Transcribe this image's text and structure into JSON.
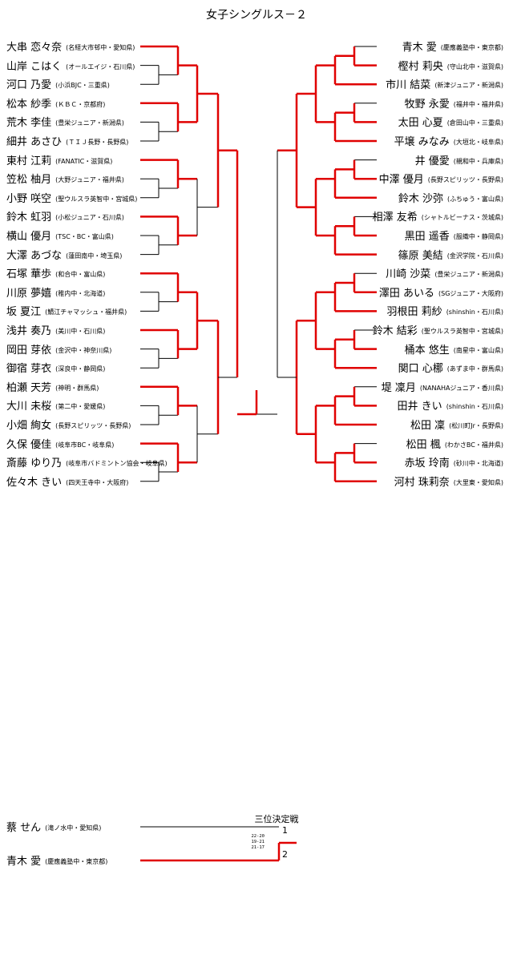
{
  "title": "女子シングルス－２",
  "left_players": [
    {
      "name": "大串 恋々奈",
      "team": "(名経大市邨中・愛知県)"
    },
    {
      "name": "山岸 こはく",
      "team": "(オールエイジ・石川県)"
    },
    {
      "name": "河口 乃愛",
      "team": "(小浜BJC・三重県)"
    },
    {
      "name": "松本 紗季",
      "team": "(ＫＢＣ・京都府)"
    },
    {
      "name": "荒木 李佳",
      "team": "(豊栄ジュニア・新潟県)"
    },
    {
      "name": "細井 あさひ",
      "team": "(ＴＩＪ長野・長野県)"
    },
    {
      "name": "東村 江莉",
      "team": "(FANATIC・滋賀県)"
    },
    {
      "name": "笠松 柚月",
      "team": "(大野ジュニア・福井県)"
    },
    {
      "name": "小野 咲空",
      "team": "(聖ウルスラ英智中・宮城県)"
    },
    {
      "name": "鈴木 虹羽",
      "team": "(小松ジュニア・石川県)"
    },
    {
      "name": "横山 優月",
      "team": "(TSC・BC・富山県)"
    },
    {
      "name": "大澤 あづな",
      "team": "(蓮田南中・埼玉県)"
    },
    {
      "name": "石塚 華歩",
      "team": "(和合中・富山県)"
    },
    {
      "name": "川原 夢嬉",
      "team": "(稚内中・北海道)"
    },
    {
      "name": "坂 夏江",
      "team": "(鯖江チャマッシュ・福井県)"
    },
    {
      "name": "浅井 奏乃",
      "team": "(美川中・石川県)"
    },
    {
      "name": "岡田 芽依",
      "team": "(金沢中・神奈川県)"
    },
    {
      "name": "御宿 芽衣",
      "team": "(深良中・静岡県)"
    },
    {
      "name": "柏瀬 天芳",
      "team": "(神明・群馬県)"
    },
    {
      "name": "大川 未桜",
      "team": "(第二中・愛媛県)"
    },
    {
      "name": "小畑 絢女",
      "team": "(長野スピリッツ・長野県)"
    },
    {
      "name": "久保 優佳",
      "team": "(岐阜市BC・岐阜県)"
    },
    {
      "name": "斎藤 ゆり乃",
      "team": "(岐阜市バドミントン協会・岐阜県)"
    },
    {
      "name": "佐々木 きい",
      "team": "(四天王寺中・大阪府)"
    }
  ],
  "right_players": [
    {
      "name": "青木 愛",
      "team": "(慶應義塾中・東京都)"
    },
    {
      "name": "樫村 莉央",
      "team": "(守山北中・滋賀県)"
    },
    {
      "name": "市川 結菜",
      "team": "(新津ジュニア・新潟県)"
    },
    {
      "name": "牧野 永愛",
      "team": "(福井中・福井県)"
    },
    {
      "name": "太田 心夏",
      "team": "(倉田山中・三重県)"
    },
    {
      "name": "平壌 みなみ",
      "team": "(大垣北・岐阜県)"
    },
    {
      "name": "井 優愛",
      "team": "(親和中・兵庫県)"
    },
    {
      "name": "中澤 優月",
      "team": "(長野スピリッツ・長野県)"
    },
    {
      "name": "鈴木 沙弥",
      "team": "(ふちゅう・富山県)"
    },
    {
      "name": "相澤 友希",
      "team": "(シャトルビーナス・茨城県)"
    },
    {
      "name": "黒田 遥香",
      "team": "(服織中・静岡県)"
    },
    {
      "name": "篠原 美結",
      "team": "(金沢学院・石川県)"
    },
    {
      "name": "川崎 沙菜",
      "team": "(豊栄ジュニア・新潟県)"
    },
    {
      "name": "澤田 あいる",
      "team": "(SGジュニア・大阪府)"
    },
    {
      "name": "羽根田 莉紗",
      "team": "(shinshin・石川県)"
    },
    {
      "name": "鈴木 結彩",
      "team": "(聖ウルスラ英智中・宮城県)"
    },
    {
      "name": "桶本 悠生",
      "team": "(南星中・富山県)"
    },
    {
      "name": "関口 心梛",
      "team": "(あずま中・群馬県)"
    },
    {
      "name": "堤 凜月",
      "team": "(NANAHAジュニア・香川県)"
    },
    {
      "name": "田井 きい",
      "team": "(shinshin・石川県)"
    },
    {
      "name": "松田 凜",
      "team": "(松川町Jr・長野県)"
    },
    {
      "name": "松田 楓",
      "team": "(わかさBC・福井県)"
    },
    {
      "name": "赤坂 玲南",
      "team": "(砂川中・北海道)"
    },
    {
      "name": "河村 珠莉奈",
      "team": "(大里東・愛知県)"
    }
  ],
  "third_place": {
    "label": "三位決定戦",
    "players": [
      {
        "name": "蔡 せん",
        "team": "(滝ノ水中・愛知県)"
      },
      {
        "name": "青木 愛",
        "team": "(慶應義塾中・東京都)"
      }
    ],
    "scores": [
      "22-20",
      "19-21",
      "21-17"
    ],
    "results": [
      "1",
      "2"
    ]
  },
  "colors": {
    "winner_line": "#e00000",
    "loser_line": "#000000",
    "text": "#000000"
  }
}
